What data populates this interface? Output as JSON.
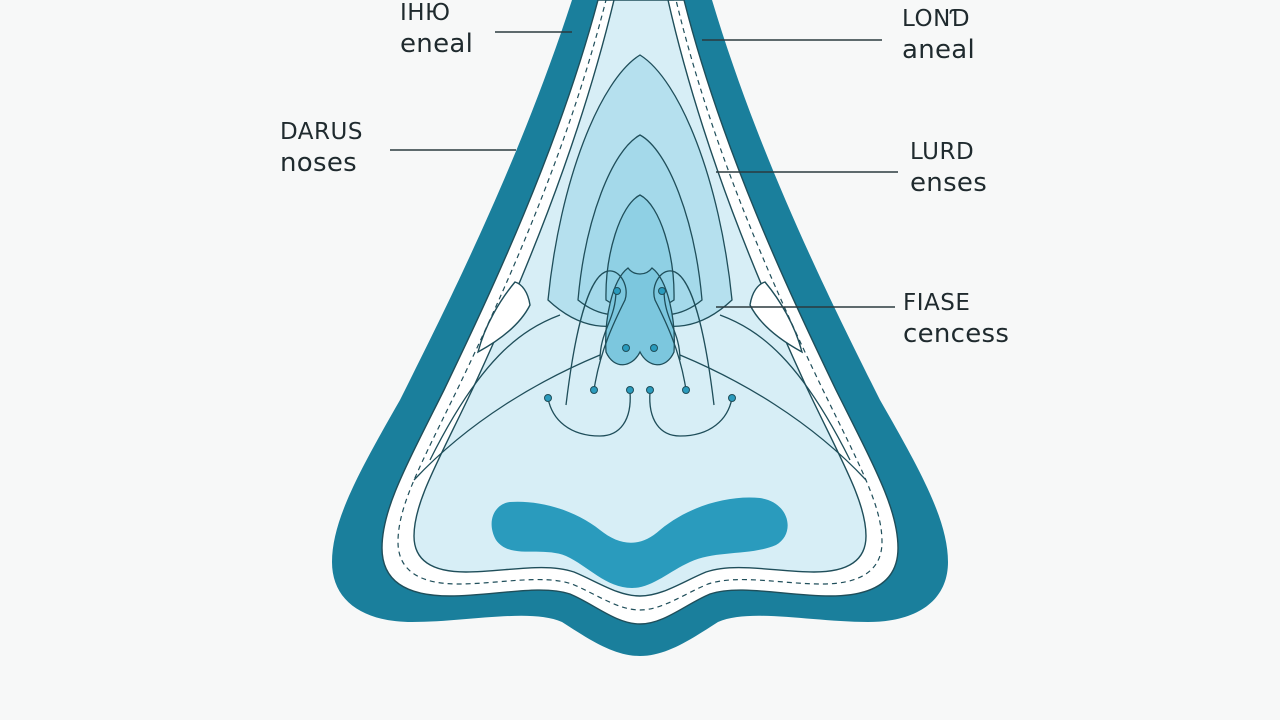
{
  "colors": {
    "background": "#f7f8f8",
    "outer_shell": "#1a7f9c",
    "white_layer": "#ffffff",
    "inner_fill": "#d7eef6",
    "mid_fill": "#b5e0ee",
    "deep_fill": "#8fd0e4",
    "nostril": "#2a9bbd",
    "line": "#1f4e5a"
  },
  "labels": [
    {
      "id": "top-left",
      "line1": "ІНЮ",
      "line2": "eneal"
    },
    {
      "id": "top-right",
      "line1": "LONƊ",
      "line2": "aneal"
    },
    {
      "id": "mid-left",
      "line1": "DARUS",
      "line2": "noses"
    },
    {
      "id": "mid-right",
      "line1": "LURD",
      "line2": "enses"
    },
    {
      "id": "bottom-right",
      "line1": "FIASE",
      "line2": "cencess"
    }
  ]
}
